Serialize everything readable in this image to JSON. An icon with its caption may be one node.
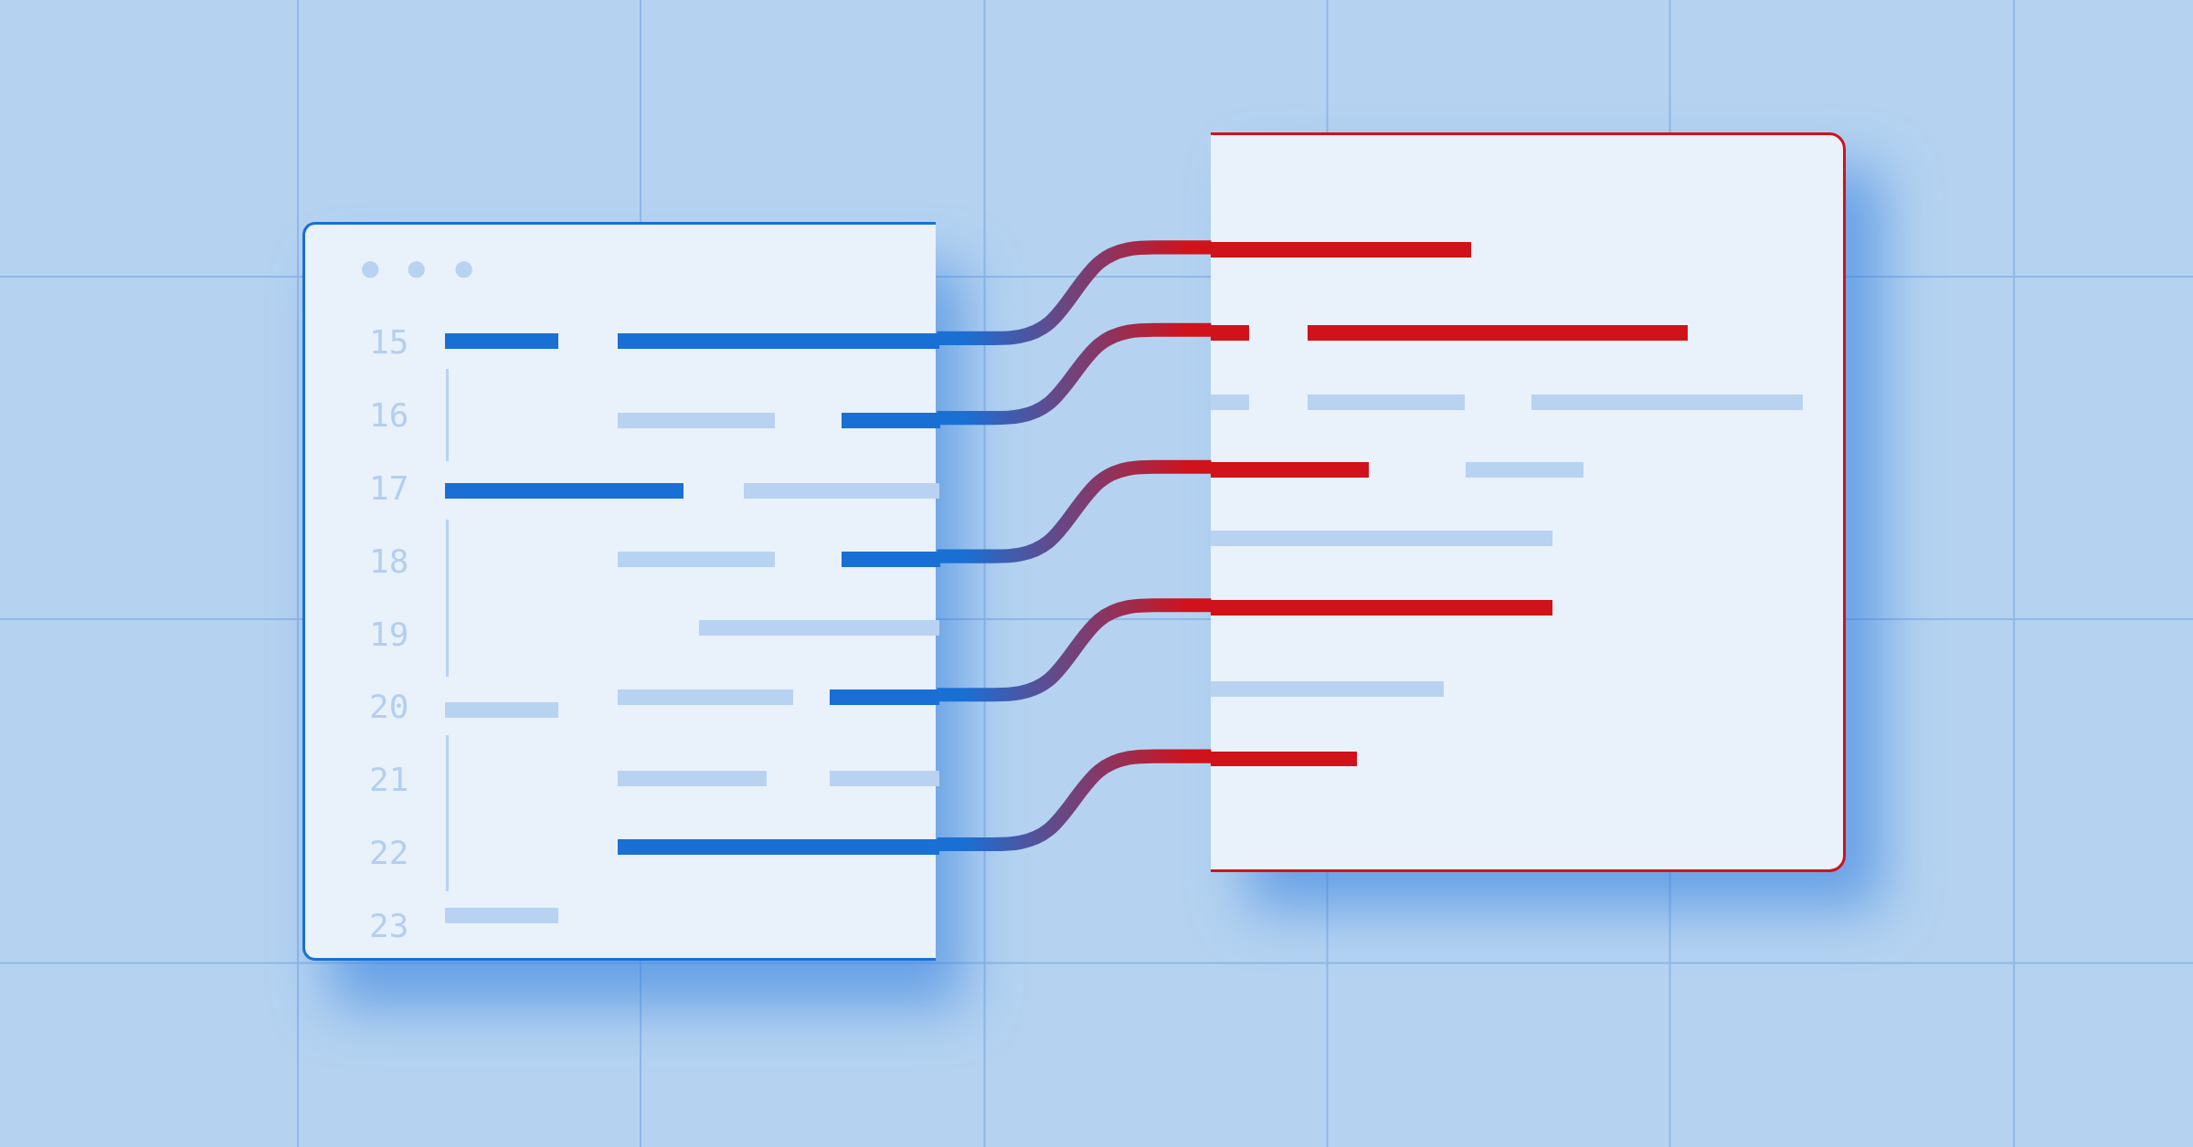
{
  "diagram": {
    "nodes": [
      {
        "text": [],
        "shape": "box"
      },
      {
        "text": [],
        "shape": "box"
      },
      {
        "text": [],
        "shape": "bar",
        "in": 0
      },
      {
        "text": [],
        "shape": "bar",
        "in": 0
      },
      {
        "text": [],
        "shape": "bar",
        "in": 0
      },
      {
        "text": [],
        "shape": "bar",
        "in": 0
      },
      {
        "text": [],
        "shape": "bar",
        "in": 0
      },
      {
        "text": [],
        "shape": "bar",
        "in": 1
      },
      {
        "text": [],
        "shape": "bar",
        "in": 1
      },
      {
        "text": [],
        "shape": "bar",
        "in": 1
      },
      {
        "text": [],
        "shape": "bar",
        "in": 1
      },
      {
        "text": [],
        "shape": "bar",
        "in": 1
      }
    ],
    "edges": [
      {
        "from": 2,
        "to": 7,
        "arrow": "none"
      },
      {
        "from": 3,
        "to": 8,
        "arrow": "none"
      },
      {
        "from": 4,
        "to": 9,
        "arrow": "none"
      },
      {
        "from": 5,
        "to": 10,
        "arrow": "none"
      },
      {
        "from": 6,
        "to": 11,
        "arrow": "none"
      }
    ],
    "labels": [
      "15",
      "16",
      "17",
      "18",
      "19",
      "20",
      "21",
      "22",
      "23"
    ]
  }
}
